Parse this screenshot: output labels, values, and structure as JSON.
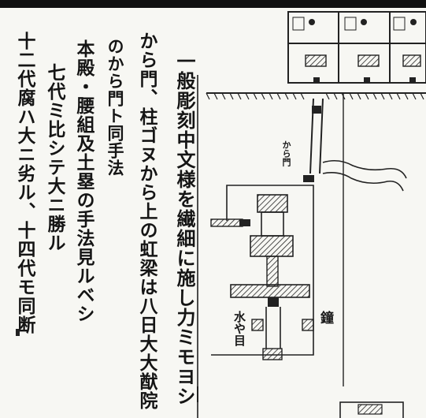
{
  "columns": [
    "一般彫刻中文様を繊細に施し力ミモヨシ",
    "から門、柱ゴヌから上の虹梁は八日大大猷院",
    "のから門ト同手法",
    "本殿・腰組及土塁の手法見ルベシ",
    "七代ミ比シテ大ニ勝ル",
    "十二代腐ハ大ニ劣ル、十四代モ同断"
  ],
  "diagram": {
    "gate_label": "から門",
    "water_label": "水や目",
    "bell_label": "鐘"
  }
}
